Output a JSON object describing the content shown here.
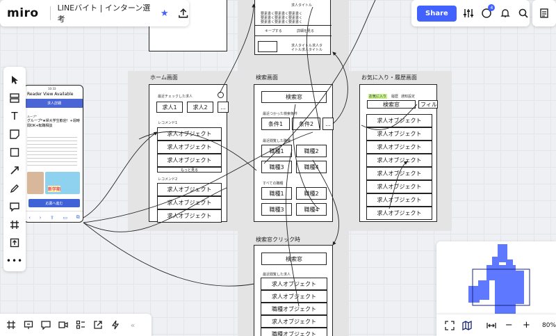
{
  "app": {
    "logo": "miro",
    "board_title": "LINEバイト | インターン選考"
  },
  "header": {
    "share_label": "Share",
    "notification_count": "4"
  },
  "zones": {
    "home": {
      "title": "ホーム画面"
    },
    "search": {
      "title": "検索画面"
    },
    "favorites": {
      "title": "お気に入り・履歴画面"
    },
    "search_click": {
      "title": "検索窓クリック時"
    }
  },
  "top_frame": {
    "job_title": "求人タイトル",
    "lines": [
      "要素書く要素書く要素書く",
      "要素書く要素書く要素書く",
      "要素書く要素書く要素書く"
    ],
    "keep": "キープする",
    "details": "詳細を見る",
    "title_lines": [
      "求人タイトル求人タ",
      "イトル求人タイトル"
    ]
  },
  "home": {
    "recent_label": "最近チェックした求人",
    "recent_items": [
      "求人1",
      "求人2",
      "..."
    ],
    "recommend1": "レコメンド1",
    "job_object": "求人オブジェクト",
    "more": "もっと見る",
    "recommend2": "レコメンド2"
  },
  "search": {
    "search_box": "検索窓",
    "recent_conditions": "最近つかった検索条件",
    "conditions": [
      "条件1",
      "条件2",
      "..."
    ],
    "recent_jobs": "最近閲覧した職種",
    "job_types": [
      "職種1",
      "職種2",
      "職種3",
      "職種4"
    ],
    "all_jobs": "すべての職種"
  },
  "favorites": {
    "tabs": [
      "お気に入り",
      "履歴",
      "通知設定"
    ],
    "search_box": "検索窓",
    "filter": "フィルタ",
    "job_object": "求人オブジェクト"
  },
  "search_click": {
    "search_box": "検索窓",
    "recent_viewed": "最近閲覧した求人",
    "items": [
      "求人オブジェクト",
      "求人オブジェクト",
      "職種オブジェクト",
      "求人オブジェクト",
      "職種オブジェクト"
    ]
  },
  "phone": {
    "time": "10:33",
    "reader": "Reader View Available",
    "header_btn": "求人詳細",
    "company": "ループ*",
    "headline": "グループ*★帰大学生歓迎！+週時間OK+転職相談",
    "banner": "新学期",
    "apply_btn": "応募へ進む"
  },
  "zoom": {
    "level": "80%"
  }
}
